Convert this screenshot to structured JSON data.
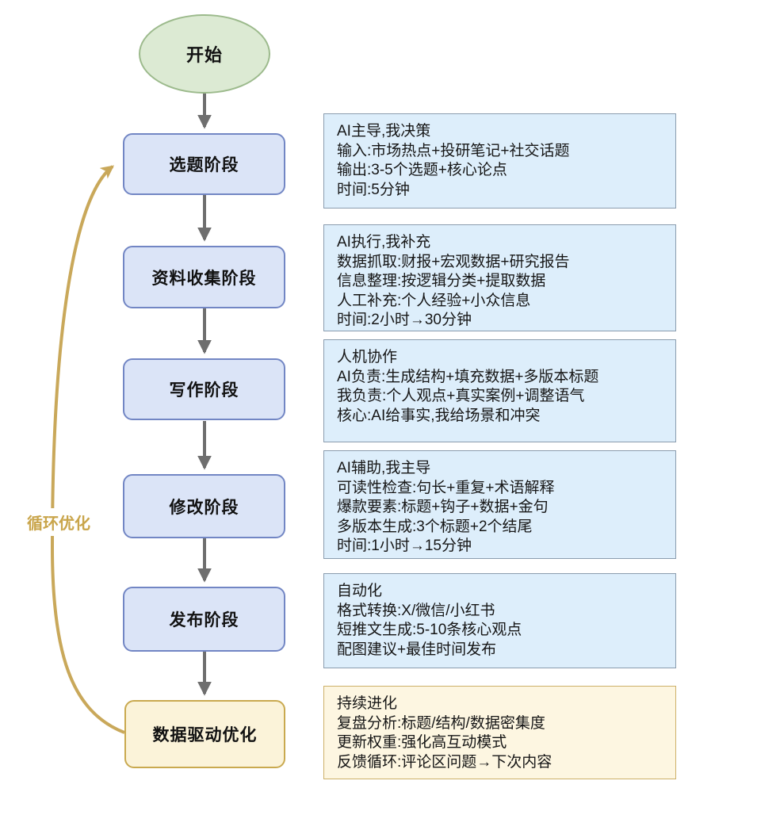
{
  "flowchart": {
    "start_label": "开始",
    "loop_label": "循环优化",
    "stages": [
      {
        "label": "选题阶段",
        "details": [
          "AI主导,我决策",
          "输入:市场热点+投研笔记+社交话题",
          "输出:3-5个选题+核心论点",
          "时间:5分钟"
        ]
      },
      {
        "label": "资料收集阶段",
        "details": [
          "AI执行,我补充",
          "数据抓取:财报+宏观数据+研究报告",
          "信息整理:按逻辑分类+提取数据",
          "人工补充:个人经验+小众信息",
          "时间:2小时→30分钟"
        ]
      },
      {
        "label": "写作阶段",
        "details": [
          "人机协作",
          "AI负责:生成结构+填充数据+多版本标题",
          "我负责:个人观点+真实案例+调整语气",
          "核心:AI给事实,我给场景和冲突"
        ]
      },
      {
        "label": "修改阶段",
        "details": [
          "AI辅助,我主导",
          "可读性检查:句长+重复+术语解释",
          "爆款要素:标题+钩子+数据+金句",
          "多版本生成:3个标题+2个结尾",
          "时间:1小时→15分钟"
        ]
      },
      {
        "label": "发布阶段",
        "details": [
          "自动化",
          "格式转换:X/微信/小红书",
          "短推文生成:5-10条核心观点",
          "配图建议+最佳时间发布"
        ]
      },
      {
        "label": "数据驱动优化",
        "details": [
          "持续进化",
          "复盘分析:标题/结构/数据密集度",
          "更新权重:强化高互动模式",
          "反馈循环:评论区问题→下次内容"
        ]
      }
    ],
    "colors": {
      "start_fill": "#dcead3",
      "start_border": "#9cba8c",
      "stage_fill": "#dbe4f7",
      "stage_border": "#7286c4",
      "final_fill": "#fbf3d9",
      "final_border": "#c9a94f",
      "info_fill": "#ddeefb",
      "info_border": "#8a9cae",
      "info_final_fill": "#fdf6e1",
      "info_final_border": "#cdb068",
      "arrow_gray": "#6e6e6e",
      "loop_gold": "#c9a85a"
    }
  }
}
